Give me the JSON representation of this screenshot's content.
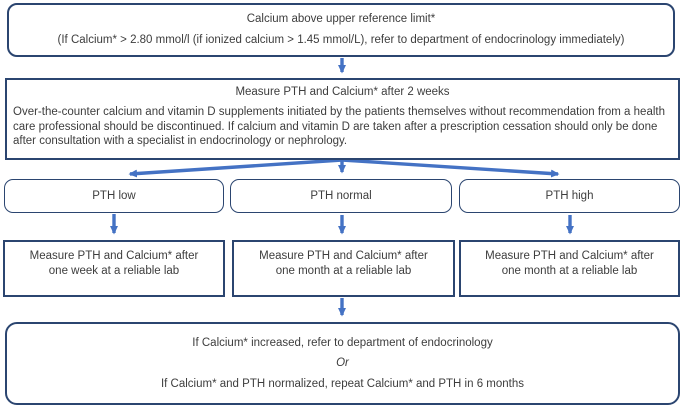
{
  "colors": {
    "box_border": "#2b4570",
    "arrow": "#4472c4",
    "text": "#3d3d3d",
    "background": "#ffffff"
  },
  "boxes": {
    "top": {
      "line1": "Calcium above upper reference limit*",
      "line2": "(If Calcium* > 2.80 mmol/l  (if ionized calcium > 1.45 mmol/L), refer to department of endocrinology immediately)"
    },
    "measure_2_weeks": {
      "title": "Measure PTH and Calcium* after 2 weeks",
      "body": "Over-the-counter calcium and vitamin D supplements initiated by the patients themselves without recommendation from a health care professional should be discontinued. If calcium and vitamin D are taken after a prescription cessation should only be done after consultation with a specialist in endocrinology or nephrology."
    },
    "pth_low": {
      "label": "PTH low"
    },
    "pth_normal": {
      "label": "PTH normal"
    },
    "pth_high": {
      "label": "PTH high"
    },
    "followup_low": {
      "text": "Measure PTH and Calcium* after one week at a reliable lab"
    },
    "followup_normal": {
      "text": "Measure PTH and Calcium* after one month at a reliable lab"
    },
    "followup_high": {
      "text": "Measure PTH and Calcium* after one month at a reliable lab"
    },
    "final": {
      "line1": "If Calcium* increased, refer to department of endocrinology",
      "line2": "Or",
      "line3": "If Calcium* and PTH normalized, repeat Calcium* and PTH in 6 months"
    }
  }
}
